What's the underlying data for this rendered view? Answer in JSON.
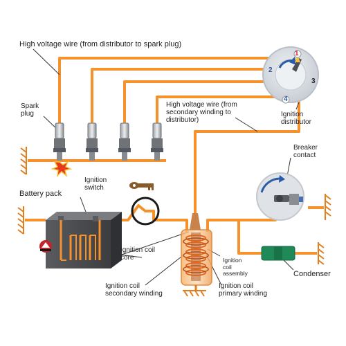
{
  "labels": {
    "hv_wire_top": "High voltage wire (from distributor to spark plug)",
    "spark_plug": [
      "Spark",
      "plug"
    ],
    "hv_wire_secondary": [
      "High voltage wire (from",
      "secondary winding to",
      "distributor)"
    ],
    "ignition_distributor": [
      "Ignition",
      "distributor"
    ],
    "ignition_switch": [
      "Ignition",
      "switch"
    ],
    "battery_pack": "Battery pack",
    "breaker_contact": [
      "Breaker",
      "contact"
    ],
    "ignition_coil_core": [
      "Ignition coil",
      "core"
    ],
    "ignition_coil_assembly": [
      "Ignition",
      "coil",
      "assembly"
    ],
    "ignition_coil_secondary": [
      "Ignition coil",
      "secondary winding"
    ],
    "ignition_coil_primary": [
      "Ignition coil",
      "primary winding"
    ],
    "condenser": "Condenser"
  },
  "distributor_numbers": [
    "1",
    "2",
    "3",
    "4"
  ],
  "colors": {
    "wire": "#f5922b",
    "ground": "#e07e1d",
    "plug_body": "#7d8186",
    "plug_light": "#d7d9dc",
    "distributor_disc": "#d7dbe0",
    "breaker_disc": "#dfe3e7",
    "arrow_blue": "#2b5aa6",
    "battery_dark": "#4b4c4f",
    "battery_top": "#7a7c80",
    "condenser": "#1f8a57",
    "coil_shell": "#f0a35a",
    "spark": "#e53a1c"
  }
}
